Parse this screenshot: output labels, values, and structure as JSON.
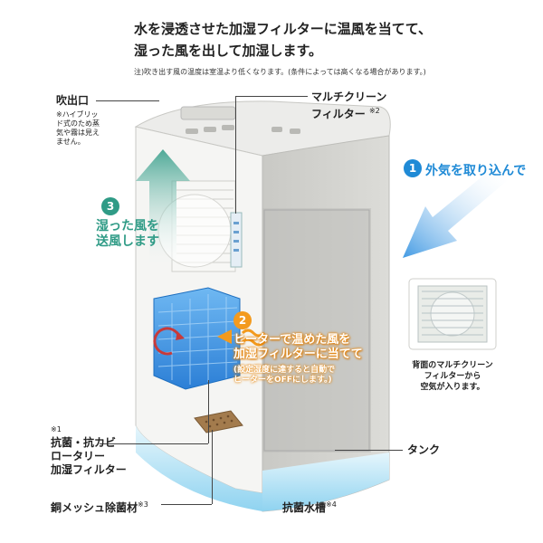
{
  "headline": {
    "line1": "水を浸透させた加湿フィルターに温風を当てて、",
    "line2": "湿った風を出して加湿します。"
  },
  "note": "注)吹き出す風の温度は室温より低くなります。(条件によっては高くなる場合があります。)",
  "outlet": {
    "label": "吹出口",
    "note": "※ハイブリッド式のため蒸気や霧は見えません。"
  },
  "multi_filter": {
    "label_line1": "マルチクリーン",
    "label_line2": "フィルター",
    "ref": "※2"
  },
  "step1": {
    "num": "1",
    "text": "外気を取り込んで",
    "color": "#1f8ad6"
  },
  "step2": {
    "num": "2",
    "line1": "ヒーターで温めた風を",
    "line2": "加湿フィルターに当てて",
    "sub1": "(設定湿度に達すると自動で",
    "sub2": "ヒーターをOFFにします。)",
    "color": "#f39a1e"
  },
  "step3": {
    "num": "3",
    "line1": "湿った風を",
    "line2": "送風します",
    "color": "#2f9b86"
  },
  "back_filter": {
    "line1": "背面のマルチクリーン",
    "line2": "フィルターから",
    "line3": "空気が入ります。"
  },
  "rotary_filter": {
    "ref": "※1",
    "line1": "抗菌・抗カビ",
    "line2": "ロータリー",
    "line3": "加湿フィルター"
  },
  "tank": {
    "label": "タンク"
  },
  "copper_mesh": {
    "label": "銅メッシュ除菌材",
    "ref": "※3"
  },
  "water_tray": {
    "label": "抗菌水槽",
    "ref": "※4"
  }
}
